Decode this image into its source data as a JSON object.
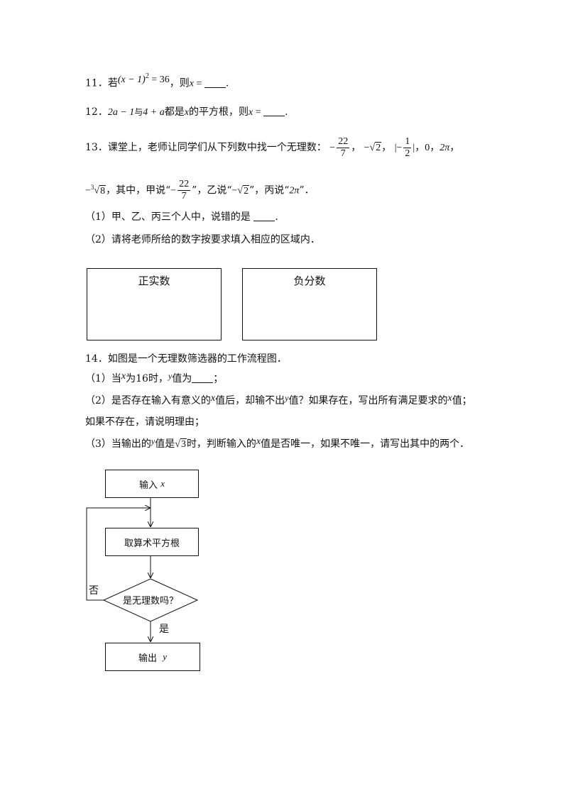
{
  "q11": {
    "num": "11．",
    "pre": "若",
    "expr_base": "(x − 1)",
    "expr_exp": "2",
    "expr_eq": " = 36",
    "mid": "，则",
    "var": "x",
    "eq": " = ",
    "end": "."
  },
  "q12": {
    "num": "12．",
    "a1": "2a − 1",
    "yu": "与",
    "a2": "4 + a",
    "mid": "都是",
    "var": "x",
    "mid2": "的平方根，则",
    "var2": "x",
    "eq": " = ",
    "end": "."
  },
  "q13": {
    "num": "13．",
    "intro": "课堂上，老师让同学们从下列数中找一个无理数：",
    "n1_sign": "−",
    "n1_num": "22",
    "n1_den": "7",
    "sep": "，",
    "n2_sign": "−",
    "n2_rad": "2",
    "n3_sign": "−",
    "n3_num": "1",
    "n3_den": "2",
    "n4": "0",
    "n5": "2π",
    "n6_sign": "−",
    "n6_idx": "3",
    "n6_rad": "8",
    "line2_mid": "，其中，甲说“",
    "line2_jia_sign": "−",
    "line2_jia_num": "22",
    "line2_jia_den": "7",
    "line2_yi": "”，乙说“",
    "line2_yi_sign": "−",
    "line2_yi_rad": "2",
    "line2_bing": "”，丙说“",
    "line2_bing_val": "2π",
    "line2_end": "”．",
    "sub1": "（1）甲、乙、丙三个人中，说错的是 ",
    "sub1_end": ".",
    "sub2": "（2）请将老师所给的数字按要求填入相应的区域内．",
    "box1": "正实数",
    "box2": "负分数"
  },
  "q14": {
    "num": "14．",
    "intro": "如图是一个无理数筛选器的工作流程图．",
    "sub1_a": "（1）当",
    "sub1_x": "x",
    "sub1_b": "为16时，",
    "sub1_y": "y",
    "sub1_c": "值为",
    "sub1_end": "；",
    "sub2_a": "（2）是否存在输入有意义的",
    "sub2_x": "x",
    "sub2_b": "值后，却输不出",
    "sub2_y": "y",
    "sub2_c": "值？如果存在，写出所有满足要求的",
    "sub2_x2": "x",
    "sub2_d": "值；",
    "sub2_line2": "如果不存在，请说明理由；",
    "sub3_a": "（3）当输出的",
    "sub3_y": "y",
    "sub3_b": "值是",
    "sub3_rad": "3",
    "sub3_c": "时，判断输入的",
    "sub3_x": "x",
    "sub3_d": "值是否唯一，如果不唯一，请写出其中的两个．"
  },
  "flowchart": {
    "input_label": "输入",
    "input_var": "x",
    "step_label": "取算术平方根",
    "decision_label": "是无理数吗？",
    "no_label": "否",
    "yes_label": "是",
    "output_label": "输出",
    "output_var": "y"
  }
}
